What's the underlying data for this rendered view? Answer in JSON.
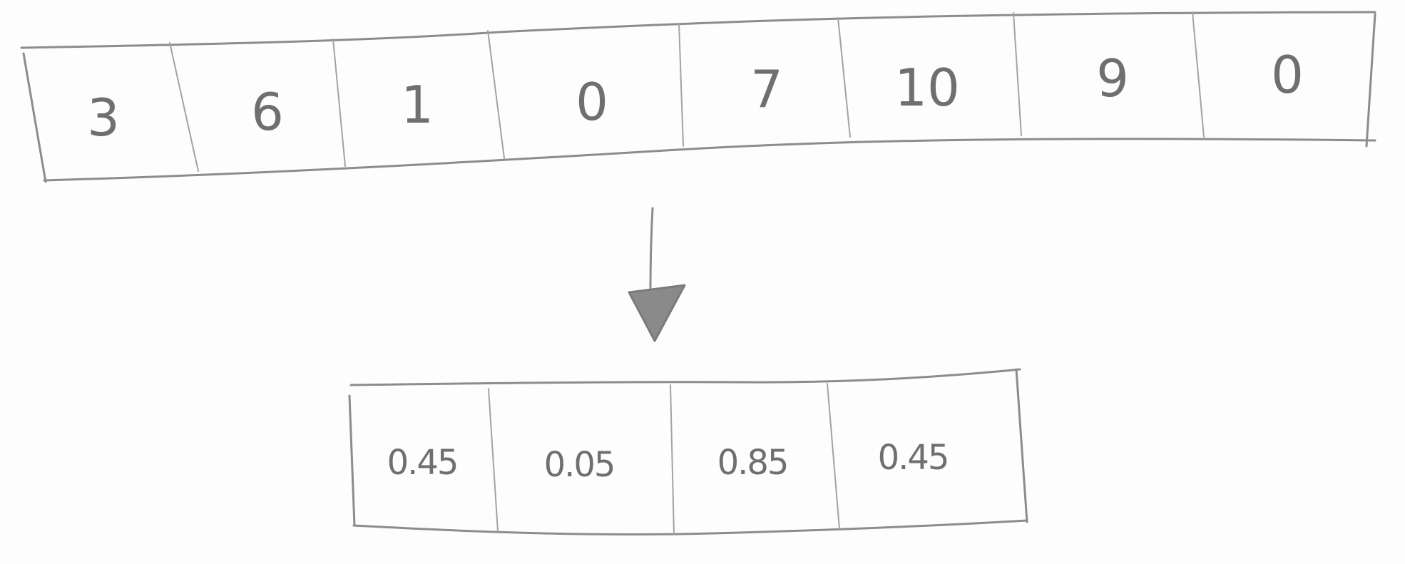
{
  "input_array": {
    "values": [
      "3",
      "6",
      "1",
      "0",
      "7",
      "10",
      "9",
      "0"
    ]
  },
  "output_array": {
    "values": [
      "0.45",
      "0.05",
      "0.85",
      "0.45"
    ]
  },
  "colors": {
    "pencil": "#8c8c8c",
    "text": "#6f6f6f",
    "paper": "#fdfdfd"
  }
}
